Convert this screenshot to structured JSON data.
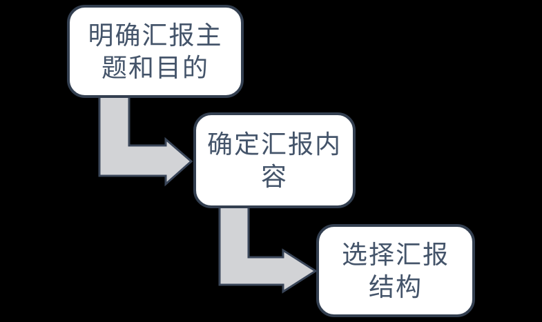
{
  "canvas": {
    "background_color": "#000000"
  },
  "diagram": {
    "type": "flowchart",
    "description": "stepped process flow, three rounded boxes connected by elbow arrows going down-right",
    "colors": {
      "box_fill": "#FFFFFF",
      "box_border": "#333F50",
      "text": "#44546A",
      "arrow_fill": "#D2D3D6",
      "arrow_border": "#3A4659"
    },
    "steps": [
      {
        "id": 1,
        "text": "明确汇报主题和目的",
        "lines": [
          "明确汇报主",
          "题和目的"
        ]
      },
      {
        "id": 2,
        "text": "确定汇报内容",
        "lines": [
          "确定汇报内",
          "容"
        ]
      },
      {
        "id": 3,
        "text": "选择汇报结构",
        "lines": [
          "选择汇报",
          "结构"
        ]
      }
    ],
    "connectors": [
      {
        "from": 1,
        "to": 2,
        "shape": "elbow-arrow",
        "direction": "down-then-right"
      },
      {
        "from": 2,
        "to": 3,
        "shape": "elbow-arrow",
        "direction": "down-then-right"
      }
    ]
  }
}
